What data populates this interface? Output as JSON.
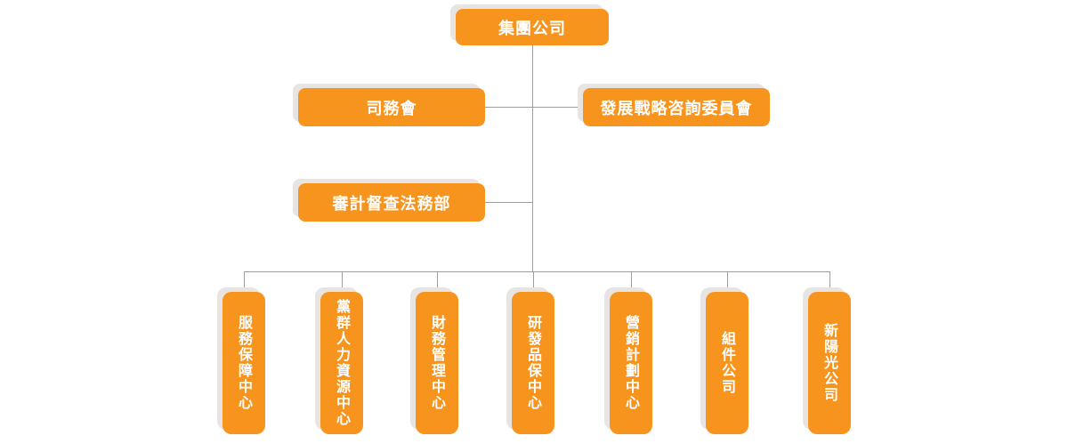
{
  "colors": {
    "box": "#F7941E",
    "text": "#FFFFFF",
    "line": "#9E9E9E",
    "shadow": "#E7E4E1",
    "background": "#FFFFFF"
  },
  "org_chart": {
    "root": {
      "label": "集團公司"
    },
    "level2": [
      {
        "label": "司務會"
      },
      {
        "label": "發展戰略咨詢委員會"
      }
    ],
    "level3": [
      {
        "label": "審計督查法務部"
      }
    ],
    "departments": [
      {
        "label": "服務保障中心"
      },
      {
        "label": "黨群人力資源中心"
      },
      {
        "label": "財務管理中心"
      },
      {
        "label": "研發品保中心"
      },
      {
        "label": "營銷計劃中心"
      },
      {
        "label": "組件公司"
      },
      {
        "label": "新陽光公司"
      }
    ]
  }
}
